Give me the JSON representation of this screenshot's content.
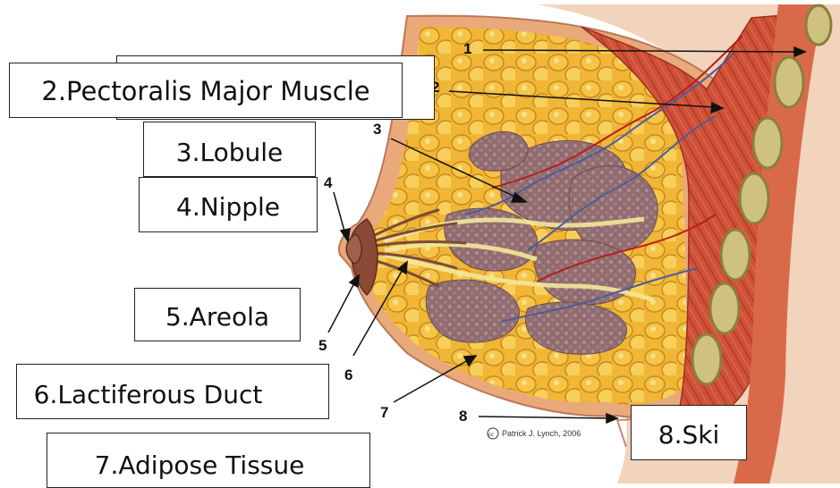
{
  "numbers": [
    "1",
    "2",
    "3",
    "4",
    "5",
    "6",
    "7",
    "8"
  ],
  "labels": {
    "l2": "2.Pectoralis Major Muscle",
    "l3": "3.Lobule",
    "l4": "4.Nipple",
    "l5": "5.Areola",
    "l6": "6.Lactiferous Duct",
    "l7": "7.Adipose Tissue",
    "l8": "8.Ski"
  },
  "credit": "Patrick J. Lynch, 2006",
  "credit_symbol": "cc",
  "colors": {
    "skin_bg": "#f2d3bb",
    "muscle": "#c94a35",
    "fat": "#f0b636",
    "lobule": "#8d6a70",
    "rib": "#c9c07a",
    "vein": "#4a5c9e",
    "artery": "#b5201b"
  }
}
